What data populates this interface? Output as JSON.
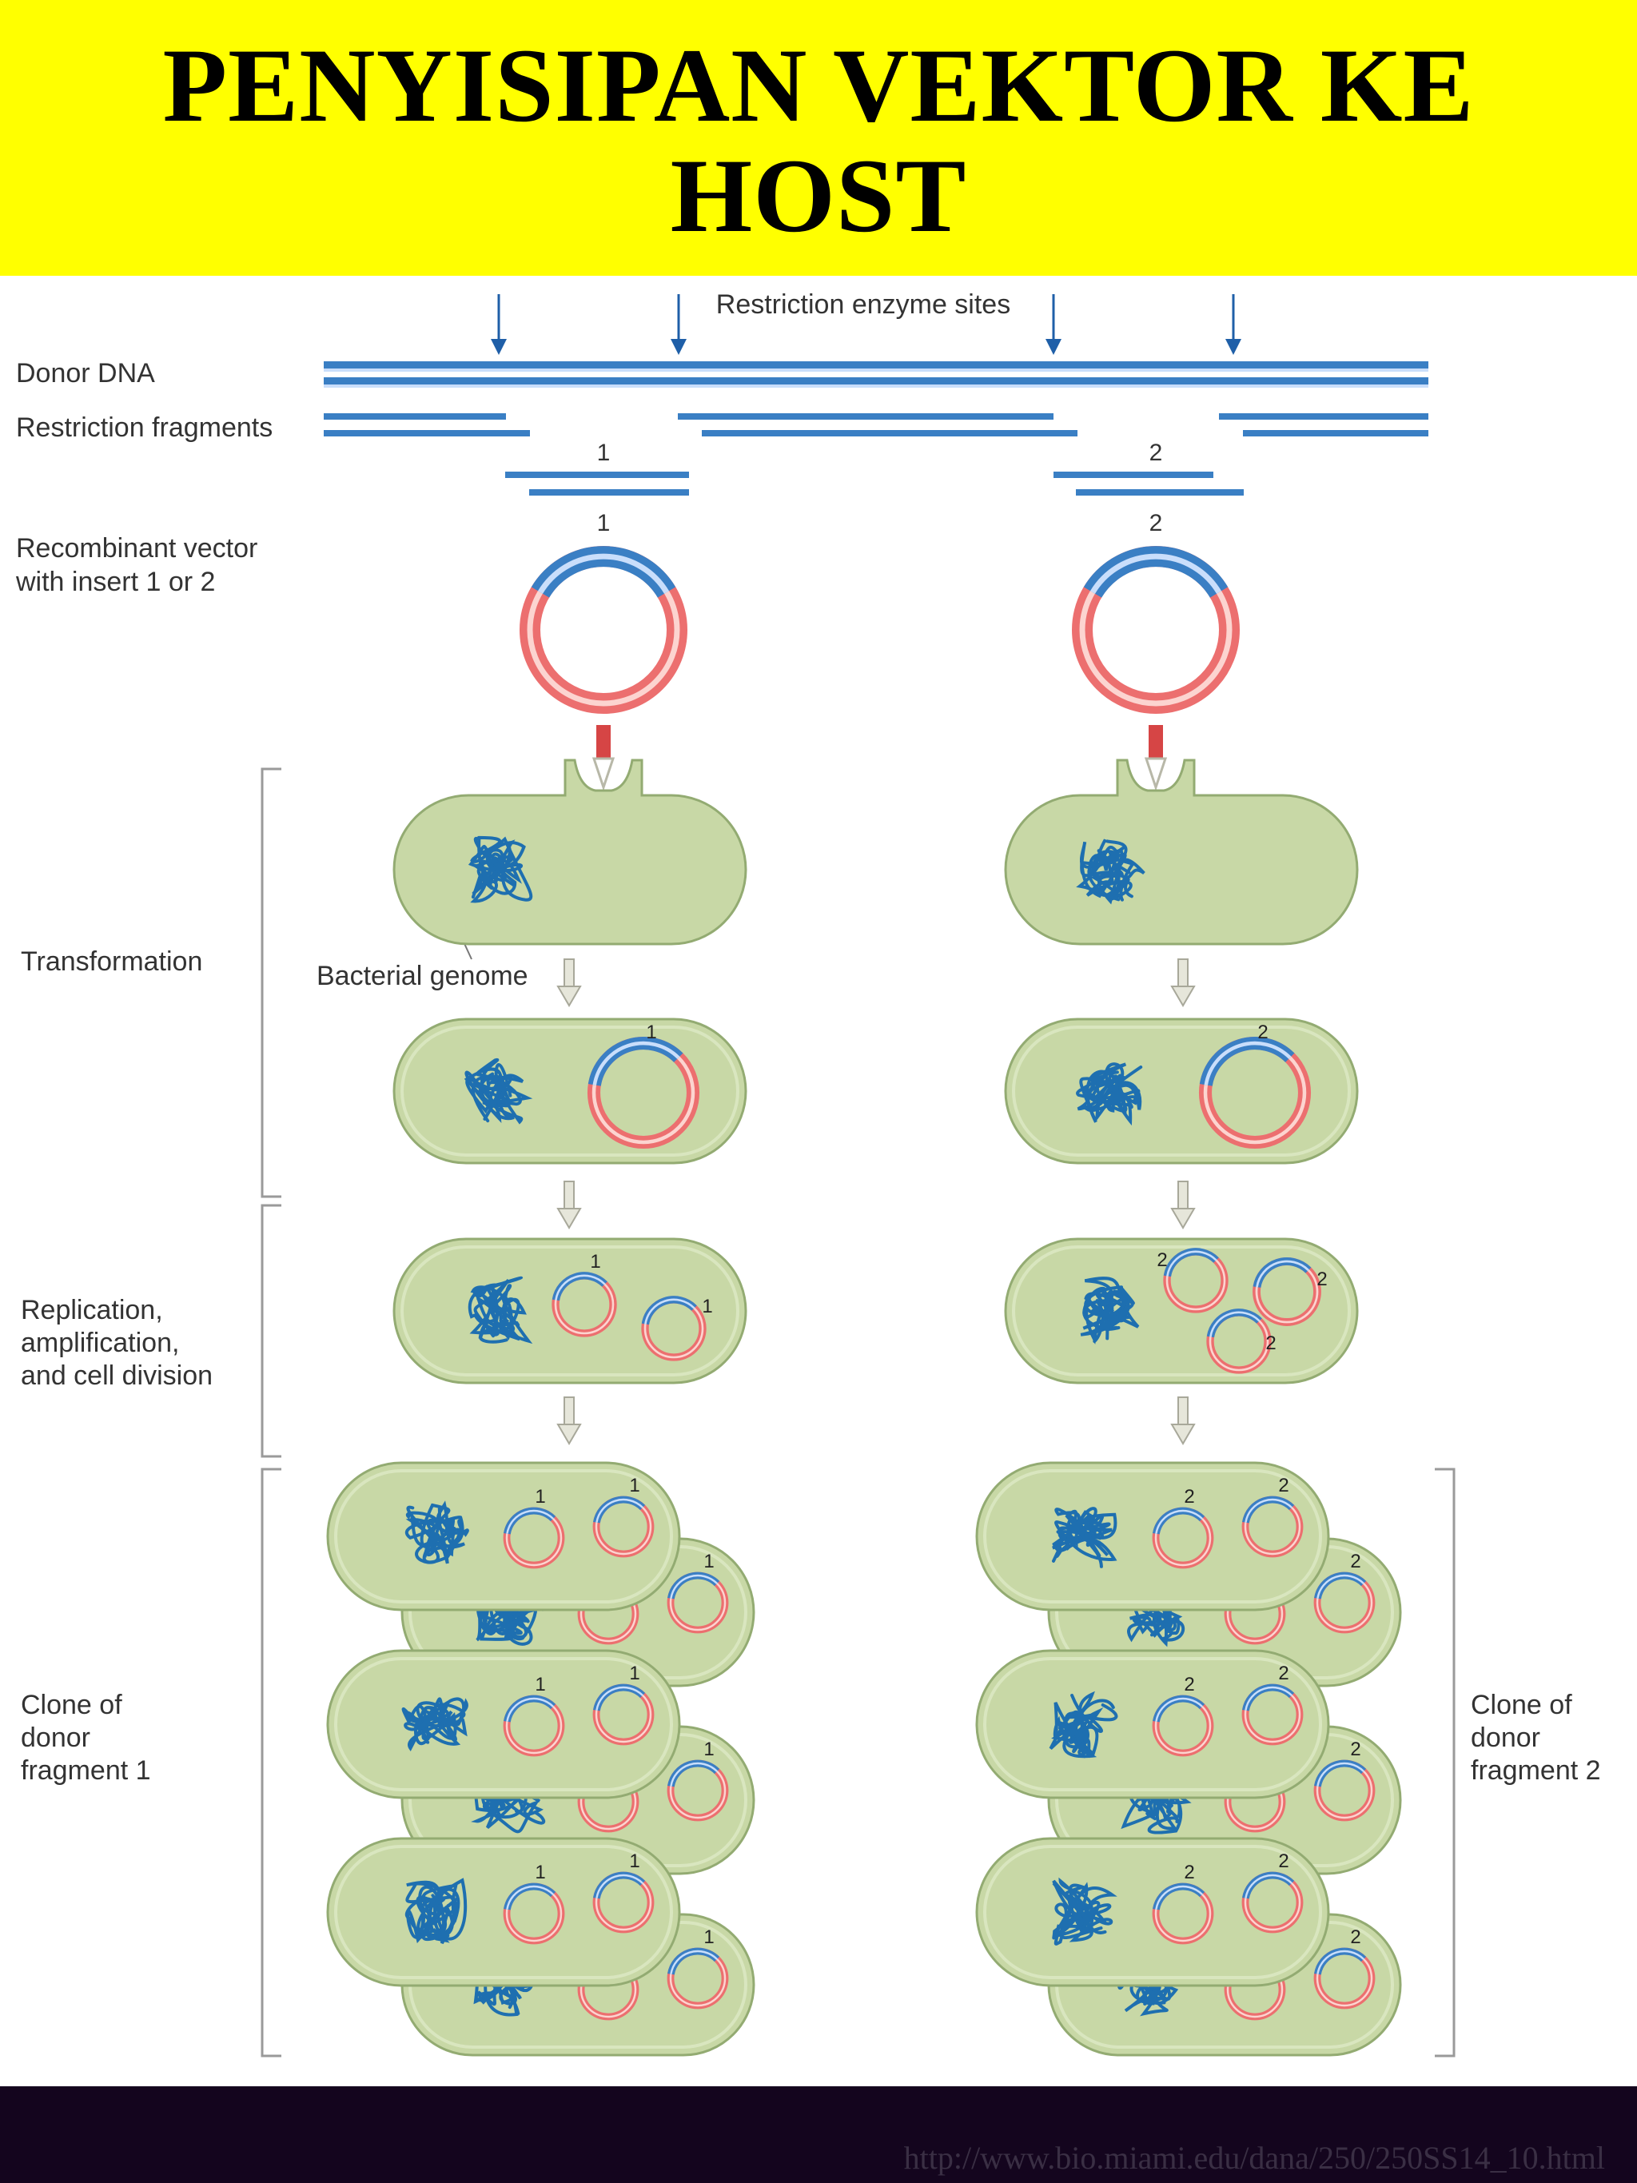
{
  "slide": {
    "title_line1": "PENYISIPAN VEKTOR KE",
    "title_line2": "HOST",
    "source_url": "http://www.bio.miami.edu/dana/250/250SS14_10.html"
  },
  "diagram": {
    "top_label": "Restriction enzyme sites",
    "row_labels": {
      "donor_dna": "Donor DNA",
      "fragments": "Restriction fragments",
      "vector_line1": "Recombinant vector",
      "vector_line2": "with insert 1 or 2",
      "transformation": "Transformation",
      "replication_line1": "Replication,",
      "replication_line2": "amplification,",
      "replication_line3": "and cell division",
      "clone1_line1": "Clone of",
      "clone1_line2": "donor",
      "clone1_line3": "fragment 1",
      "clone2_line1": "Clone of",
      "clone2_line2": "donor",
      "clone2_line3": "fragment 2"
    },
    "genome_label": "Bacterial genome",
    "insert_numbers": [
      "1",
      "2"
    ],
    "colors": {
      "title_band": "#ffff00",
      "dna_blue": "#3a7fc4",
      "vector_red": "#ec6f6f",
      "cell_fill": "#c8d8a6",
      "cell_edge": "#93ab72",
      "genome": "#1e6fb0",
      "footer": "#14051e"
    },
    "icons": [
      "arrow-down-icon",
      "plasmid-icon",
      "bacterium-icon"
    ]
  }
}
